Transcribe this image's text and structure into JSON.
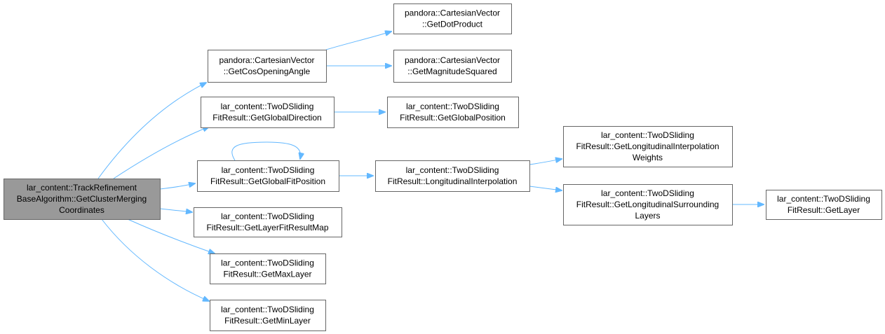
{
  "graph": {
    "edge_color": "#63b8ff",
    "root_fill": "#999999",
    "nodes": [
      {
        "id": "root",
        "lines": [
          "lar_content::TrackRefinement",
          "BaseAlgorithm::GetClusterMerging",
          "Coordinates"
        ],
        "root": true
      },
      {
        "id": "cosopen",
        "lines": [
          "pandora::CartesianVector",
          "::GetCosOpeningAngle"
        ]
      },
      {
        "id": "dot",
        "lines": [
          "pandora::CartesianVector",
          "::GetDotProduct"
        ]
      },
      {
        "id": "magsq",
        "lines": [
          "pandora::CartesianVector",
          "::GetMagnitudeSquared"
        ]
      },
      {
        "id": "gdir",
        "lines": [
          "lar_content::TwoDSliding",
          "FitResult::GetGlobalDirection"
        ]
      },
      {
        "id": "gpos",
        "lines": [
          "lar_content::TwoDSliding",
          "FitResult::GetGlobalPosition"
        ]
      },
      {
        "id": "gfitpos",
        "lines": [
          "lar_content::TwoDSliding",
          "FitResult::GetGlobalFitPosition"
        ]
      },
      {
        "id": "linterp",
        "lines": [
          "lar_content::TwoDSliding",
          "FitResult::LongitudinalInterpolation"
        ]
      },
      {
        "id": "lweights",
        "lines": [
          "lar_content::TwoDSliding",
          "FitResult::GetLongitudinalInterpolation",
          "Weights"
        ]
      },
      {
        "id": "lsurr",
        "lines": [
          "lar_content::TwoDSliding",
          "FitResult::GetLongitudinalSurrounding",
          "Layers"
        ]
      },
      {
        "id": "glayer",
        "lines": [
          "lar_content::TwoDSliding",
          "FitResult::GetLayer"
        ]
      },
      {
        "id": "lfrmap",
        "lines": [
          "lar_content::TwoDSliding",
          "FitResult::GetLayerFitResultMap"
        ]
      },
      {
        "id": "maxl",
        "lines": [
          "lar_content::TwoDSliding",
          "FitResult::GetMaxLayer"
        ]
      },
      {
        "id": "minl",
        "lines": [
          "lar_content::TwoDSliding",
          "FitResult::GetMinLayer"
        ]
      }
    ],
    "edges": [
      [
        "root",
        "cosopen"
      ],
      [
        "root",
        "gdir"
      ],
      [
        "root",
        "gfitpos"
      ],
      [
        "root",
        "lfrmap"
      ],
      [
        "root",
        "maxl"
      ],
      [
        "root",
        "minl"
      ],
      [
        "cosopen",
        "dot"
      ],
      [
        "cosopen",
        "magsq"
      ],
      [
        "gdir",
        "gpos"
      ],
      [
        "gfitpos",
        "gfitpos"
      ],
      [
        "gfitpos",
        "linterp"
      ],
      [
        "linterp",
        "lweights"
      ],
      [
        "linterp",
        "lsurr"
      ],
      [
        "lsurr",
        "glayer"
      ]
    ]
  }
}
